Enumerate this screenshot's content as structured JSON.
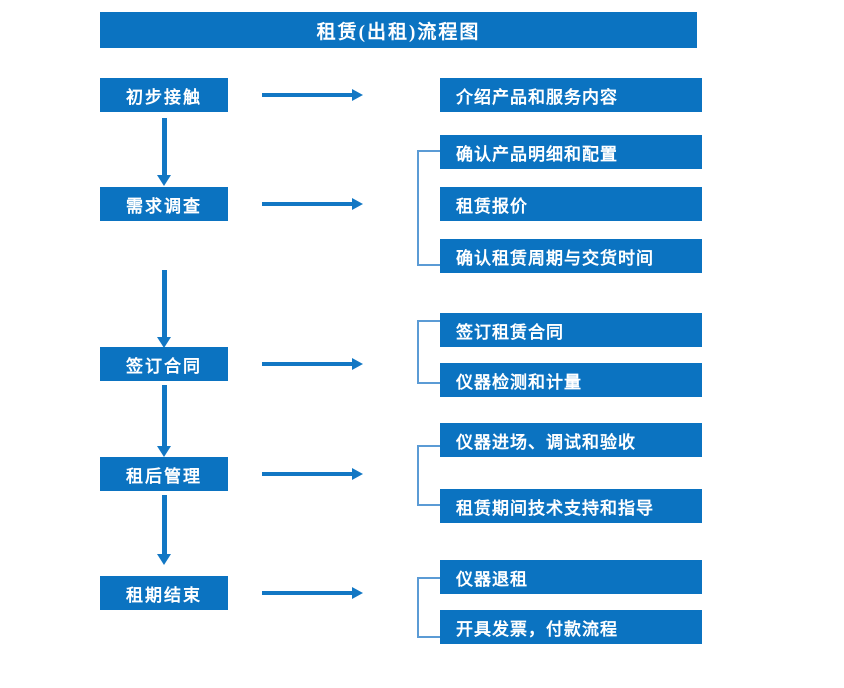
{
  "diagram": {
    "title": "租赁(出租)流程图",
    "accent_color": "#0B73C1",
    "connector_color": "#1277C4",
    "bracket_color": "#5B9BD5",
    "stages": [
      {
        "label": "初步接触",
        "details": [
          "介绍产品和服务内容"
        ]
      },
      {
        "label": "需求调查",
        "details": [
          "确认产品明细和配置",
          "租赁报价",
          "确认租赁周期与交货时间"
        ]
      },
      {
        "label": "签订合同",
        "details": [
          "签订租赁合同",
          "仪器检测和计量"
        ]
      },
      {
        "label": "租后管理",
        "details": [
          "仪器进场、调试和验收",
          "租赁期间技术支持和指导"
        ]
      },
      {
        "label": "租期结束",
        "details": [
          "仪器退租",
          "开具发票，付款流程"
        ]
      }
    ]
  }
}
